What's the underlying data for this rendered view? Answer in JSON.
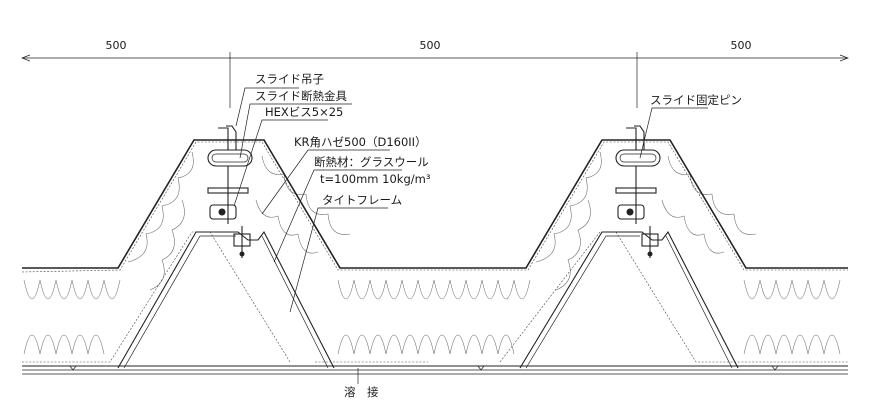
{
  "dimensions": {
    "left": "500",
    "center": "500",
    "right": "500"
  },
  "labels": {
    "slide_hanger": "スライド吊子",
    "slide_insulation_bracket": "スライド断熱金具",
    "hex_screw": "HEXビス5×25",
    "kr_seam": "KR角ハゼ500（D160II）",
    "insulation_material": "断熱材：グラスウール",
    "insulation_spec": "t=100mm 10kg/m³",
    "tight_frame": "タイトフレーム",
    "slide_fixed_pin": "スライド固定ピン",
    "weld": "溶　接"
  },
  "colors": {
    "line": "#222222",
    "background": "#ffffff"
  }
}
